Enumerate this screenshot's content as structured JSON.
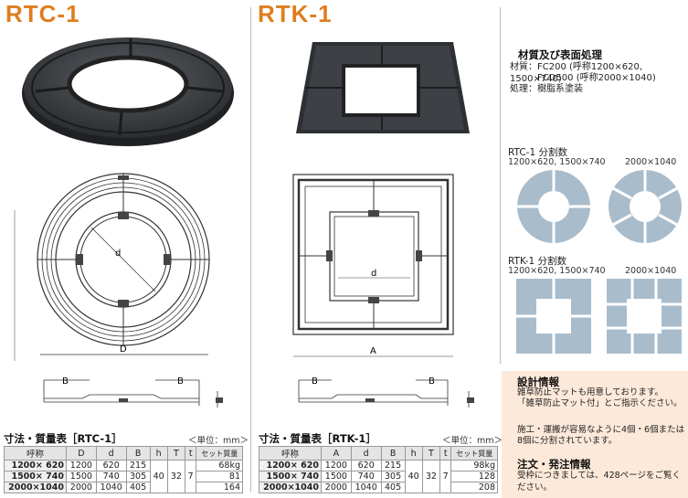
{
  "rtc": {
    "title": "RTC-1",
    "dim_labels": {
      "d": "d",
      "D": "D",
      "B1": "B",
      "B2": "B"
    },
    "table_title": "寸法・質量表［RTC-1］",
    "unit": "＜単位：mm＞",
    "headers": [
      "呼称",
      "D",
      "d",
      "B",
      "h",
      "T",
      "t",
      "セット質量"
    ],
    "rows": [
      {
        "name": "1200× 620",
        "a": "1200",
        "d": "620",
        "b": "215",
        "w": "68kg"
      },
      {
        "name": "1500× 740",
        "a": "1500",
        "d": "740",
        "b": "305",
        "w": "81"
      },
      {
        "name": "2000×1040",
        "a": "2000",
        "d": "1040",
        "b": "405",
        "w": "164"
      }
    ],
    "shared": {
      "h": "40",
      "T": "32",
      "t": "7"
    }
  },
  "rtk": {
    "title": "RTK-1",
    "dim_labels": {
      "d": "d",
      "A": "A",
      "B1": "B",
      "B2": "B"
    },
    "table_title": "寸法・質量表［RTK-1］",
    "unit": "＜単位：mm＞",
    "headers": [
      "呼称",
      "A",
      "d",
      "B",
      "h",
      "T",
      "t",
      "セット質量"
    ],
    "rows": [
      {
        "name": "1200× 620",
        "a": "1200",
        "d": "620",
        "b": "215",
        "w": "98kg"
      },
      {
        "name": "1500× 740",
        "a": "1500",
        "d": "740",
        "b": "305",
        "w": "128"
      },
      {
        "name": "2000×1040",
        "a": "2000",
        "d": "1040",
        "b": "405",
        "w": "208"
      }
    ],
    "shared": {
      "h": "40",
      "T": "32",
      "t": "7"
    }
  },
  "material": {
    "heading": "材質及び表面処理",
    "line1": "材質：FC200 (呼称1200×620, 1500×740)",
    "line2": "FCD500 (呼称2000×1040)",
    "line3": "処理：樹脂系塗装"
  },
  "split_rtc": {
    "heading": "RTC-1 分割数",
    "left": "1200×620, 1500×740",
    "right": "2000×1040"
  },
  "split_rtk": {
    "heading": "RTK-1 分割数",
    "left": "1200×620, 1500×740",
    "right": "2000×1040"
  },
  "design": {
    "heading": "設計情報",
    "line1": "雑草防止マットも用意しております。",
    "line2": "「雑草防止マット付」とご指示ください。",
    "line3": "施工・運搬が容易なように4個・6個または",
    "line4": "8個に分割されています。"
  },
  "order": {
    "heading": "注文・発注情報",
    "line1": "受枠につきましては、428ページをご覧ください。"
  },
  "colors": {
    "accent": "#e07d1e",
    "segment": "#a9bccb",
    "info_bg": "#fde9d9"
  }
}
